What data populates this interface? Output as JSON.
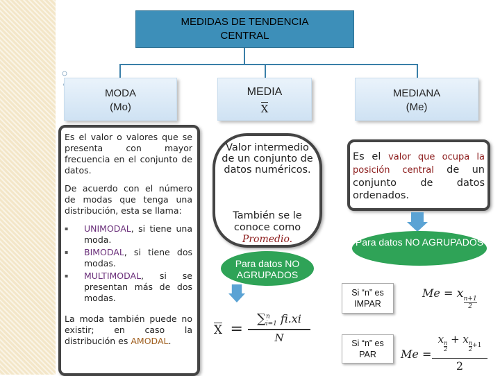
{
  "title": [
    "MEDIDAS DE TENDENCIA",
    "CENTRAL"
  ],
  "moda": {
    "header": [
      "MODA",
      "(Mo)"
    ],
    "p1": "Es el valor o valores que se presenta con mayor frecuencia en el conjunto de datos.",
    "p2": "De acuerdo con el número de modas que tenga una distribución, esta se llama:",
    "items": [
      {
        "term": "UNIMODAL",
        "rest": ", si tiene una moda."
      },
      {
        "term": "BIMODAL",
        "rest": ", si tiene dos modas."
      },
      {
        "term": "MULTIMODAL",
        "rest": ", si se presentan más de dos modas."
      }
    ],
    "p3_pre": "La moda también puede no existir; en caso la distribución es ",
    "p3_term": "AMODAL",
    "p3_post": "."
  },
  "media": {
    "header": "MEDIA",
    "symbol": "X",
    "desc": "Valor intermedio de un conjunto de datos numéricos.",
    "also": "También se le conoce como",
    "promedio": "Promedio.",
    "grouping": "Para datos NO AGRUPADOS",
    "formula": {
      "lhs": "X",
      "sum": "∑",
      "upper": "n",
      "lower": "i=1",
      "body": "fi.xi",
      "denominator": "N"
    }
  },
  "mediana": {
    "header": [
      "MEDIANA",
      "(Me)"
    ],
    "desc_pre": "Es el ",
    "desc_highlight": "valor que ocupa la posición central",
    "desc_post": " de un conjunto de datos ordenados.",
    "grouping": "Para datos NO AGRUPADOS",
    "impar": "Si “n” es IMPAR",
    "par": "Si “n” es PAR",
    "formula_impar": {
      "lhs": "Me",
      "eq": "=",
      "x": "x",
      "sub_num": "n+1",
      "sub_den": "2"
    },
    "formula_par": {
      "lhs": "Me",
      "eq": "=",
      "x1": "x",
      "s1": "n",
      "s1den": "2",
      "plus": "+",
      "x2": "x",
      "s2": "n",
      "s2den": "2",
      "s2add": "+1",
      "den": "2"
    }
  },
  "colors": {
    "accent": "#3d8fb9",
    "green": "#2fa357",
    "purple": "#6a2f7a",
    "arrow": "#5ba3d4"
  }
}
